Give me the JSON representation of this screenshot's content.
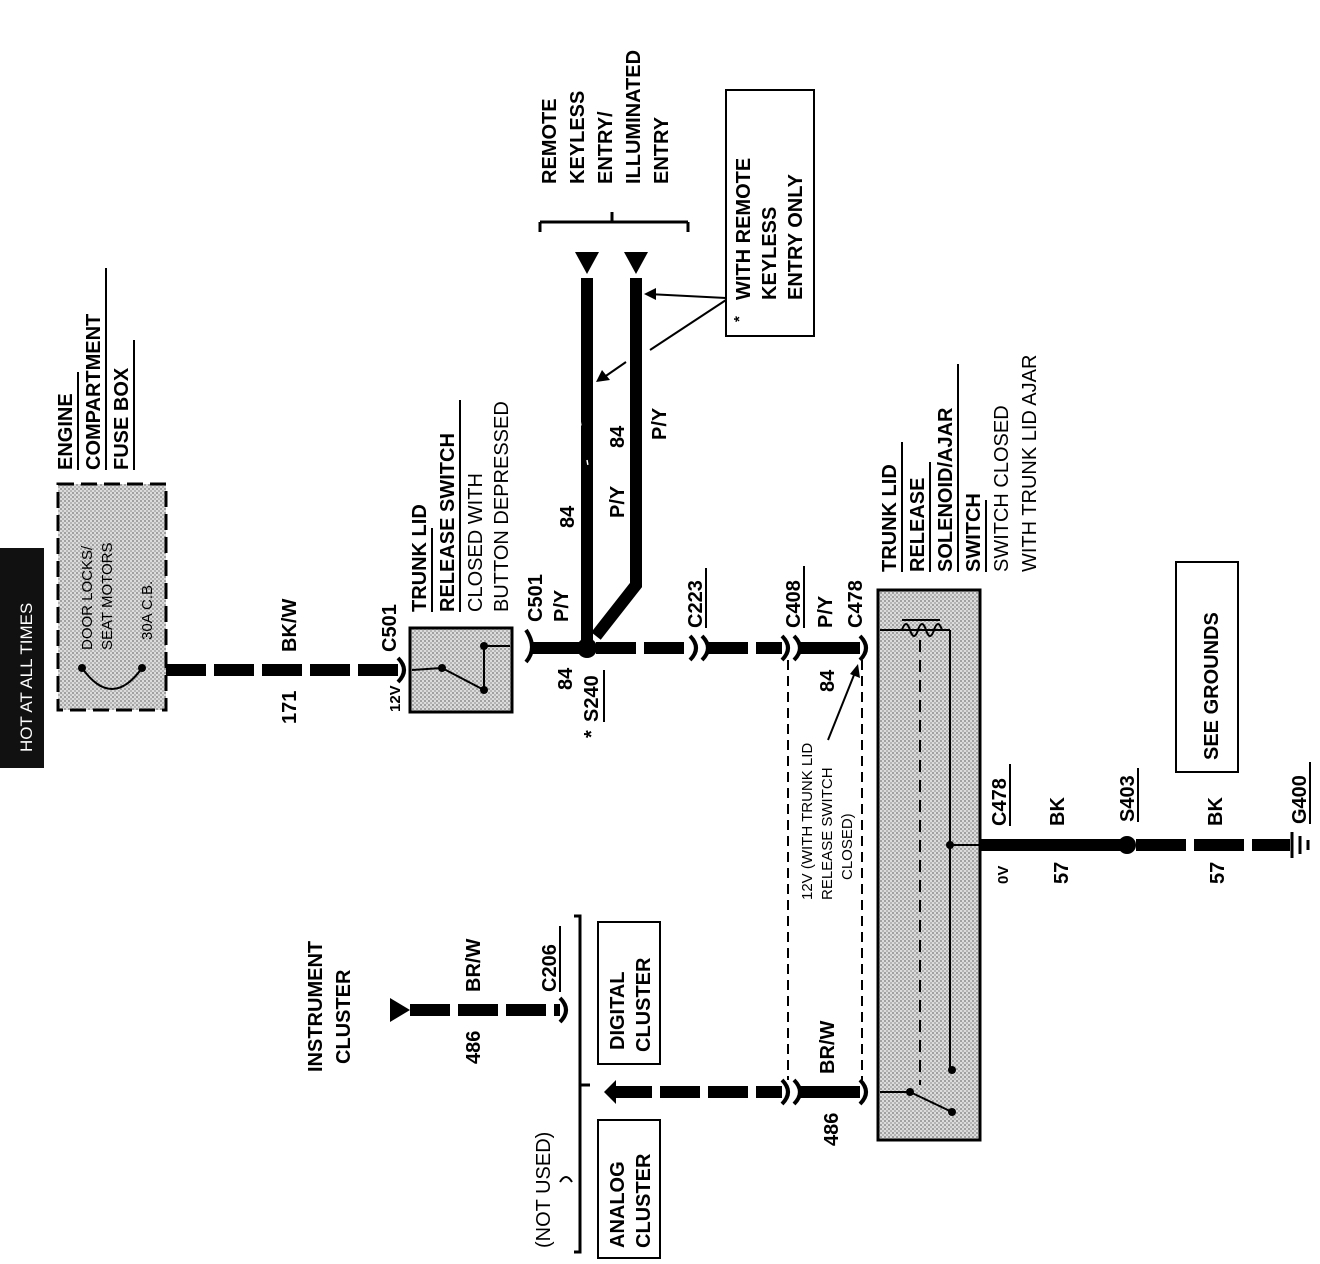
{
  "power_bar": {
    "line1": "HOT AT ALL TIMES",
    "line2": ""
  },
  "fuse_box": {
    "title": [
      "ENGINE",
      "COMPARTMENT",
      "FUSE BOX"
    ],
    "fuse_name": [
      "DOOR LOCKS/",
      "SEAT MOTORS"
    ],
    "fuse_rating": "30A C.B."
  },
  "wires": {
    "w171": {
      "circuit": "171",
      "color": "BK/W"
    },
    "w84_main": {
      "circuit": "84",
      "color": "P/Y"
    },
    "w84_a": {
      "circuit": "84",
      "color": "P/Y"
    },
    "w84_b": {
      "circuit": "84",
      "color": "P/Y"
    },
    "w84_c408": {
      "circuit": "84",
      "color": "P/Y"
    },
    "w486_top": {
      "circuit": "486",
      "color": "BR/W"
    },
    "w486_bottom": {
      "circuit": "486",
      "color": "BR/W"
    },
    "w57_a": {
      "circuit": "57",
      "color": "BK"
    },
    "w57_b": {
      "circuit": "57",
      "color": "BK"
    }
  },
  "connectors": {
    "c501_a": "C501",
    "c501_b": "C501",
    "c223": "C223",
    "c408": "C408",
    "c478_top": "C478",
    "c478_bottom": "C478",
    "c206": "C206"
  },
  "splices": {
    "s240": "S240",
    "s240_star": "*",
    "s403": "S403"
  },
  "ground": "G400",
  "voltages": {
    "v12_switch": "12V",
    "v12_dashed": [
      "12V (WITH TRUNK LID",
      "RELEASE SWITCH",
      "CLOSED)"
    ],
    "v0": "0V"
  },
  "trunk_lid_switch": [
    "TRUNK LID",
    "RELEASE SWITCH",
    "CLOSED WITH",
    "BUTTON DEPRESSED"
  ],
  "remote_keyless": [
    "REMOTE",
    "KEYLESS",
    "ENTRY/",
    "ILLUMINATED",
    "ENTRY"
  ],
  "note_box": {
    "star": "*",
    "lines": [
      "WITH REMOTE",
      "KEYLESS",
      "ENTRY ONLY"
    ]
  },
  "solenoid": [
    "TRUNK LID",
    "RELEASE",
    "SOLENOID/AJAR",
    "SWITCH",
    "SWITCH CLOSED",
    "WITH TRUNK LID AJAR"
  ],
  "see_grounds": "SEE GROUNDS",
  "instrument_cluster": [
    "INSTRUMENT",
    "CLUSTER"
  ],
  "digital_cluster": [
    "DIGITAL",
    "CLUSTER"
  ],
  "analog_cluster": [
    "ANALOG",
    "CLUSTER"
  ],
  "not_used": "(NOT USED)"
}
